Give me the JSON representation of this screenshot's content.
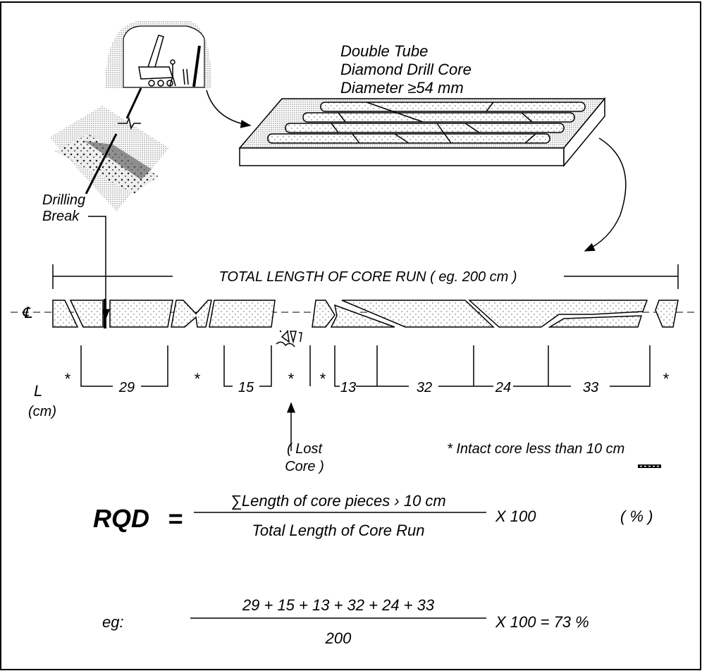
{
  "title_lines": [
    "Double Tube",
    "Diamond Drill Core",
    "Diameter ≥54 mm"
  ],
  "drilling_break": [
    "Drilling",
    "Break"
  ],
  "total_length_label": "TOTAL LENGTH OF CORE RUN ( eg. 200 cm )",
  "centerline_symbol": "℄",
  "axis_label": [
    "L",
    "(cm)"
  ],
  "piece_lengths": [
    "29",
    "15",
    "13",
    "32",
    "24",
    "33"
  ],
  "asterisk": "*",
  "lost_core": [
    "( Lost",
    "Core )"
  ],
  "legend": "*  Intact core less than 10 cm",
  "formula": {
    "lhs": "RQD",
    "equals": "=",
    "numerator": "∑Length of core pieces › 10 cm",
    "denominator": "Total Length of Core Run",
    "multiplier": "X 100",
    "unit": "( % )"
  },
  "example": {
    "label": "eg:",
    "numerator": "29 + 15 + 13 + 32 + 24 + 33",
    "denominator": "200",
    "result": "X 100  =  73 %"
  }
}
